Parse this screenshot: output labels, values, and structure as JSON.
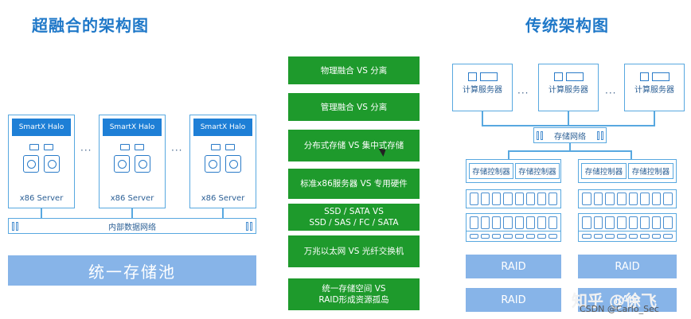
{
  "left": {
    "title": "超融合的架构图",
    "nodes": [
      {
        "head": "SmartX Halo",
        "foot": "x86 Server"
      },
      {
        "head": "SmartX Halo",
        "foot": "x86 Server"
      },
      {
        "head": "SmartX Halo",
        "foot": "x86 Server"
      }
    ],
    "dots": "···",
    "network_label": "内部数据网络",
    "pool_label": "统一存储池"
  },
  "middle": {
    "comparisons": [
      {
        "lines": [
          "物理融合 VS 分离"
        ]
      },
      {
        "lines": [
          "管理融合 VS 分离"
        ]
      },
      {
        "lines": [
          "分布式存储 VS 集中式存储"
        ]
      },
      {
        "lines": [
          "标准x86服务器 VS 专用硬件"
        ]
      },
      {
        "lines": [
          "SSD / SATA VS",
          "SSD / SAS / FC / SATA"
        ]
      },
      {
        "lines": [
          "万兆以太网 VS 光纤交换机"
        ]
      },
      {
        "lines": [
          "统一存储空间 VS",
          "RAID形成资源孤岛"
        ]
      }
    ]
  },
  "right": {
    "title": "传统架构图",
    "servers": [
      {
        "label": "计算服务器"
      },
      {
        "label": "计算服务器"
      },
      {
        "label": "计算服务器"
      }
    ],
    "dots": "···",
    "storage_network_label": "存储网络",
    "controller_label": "存储控制器",
    "raid_label": "RAID"
  },
  "watermark": {
    "text": "知乎 @徐飞",
    "csdn": "CSDN @Carlo_Sec"
  },
  "colors": {
    "accent_blue": "#1e7fd6",
    "line_blue": "#58a8e0",
    "pool_blue": "#87b4e8",
    "compare_green": "#1e9a2c"
  }
}
